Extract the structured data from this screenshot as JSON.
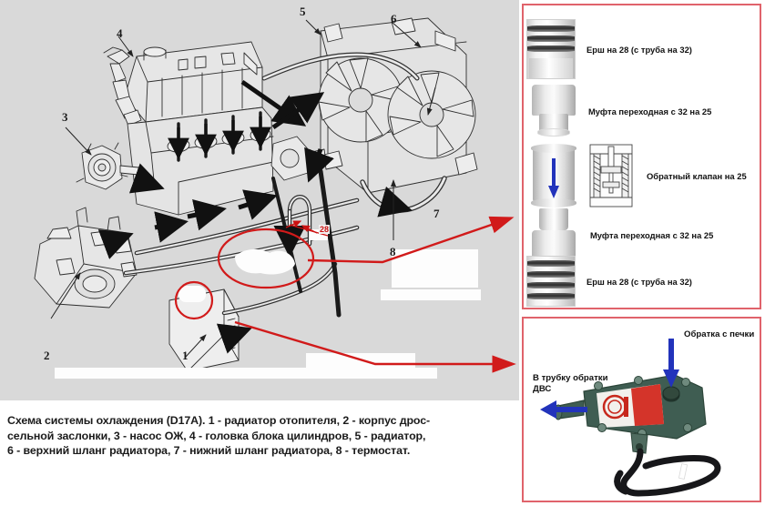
{
  "diagram": {
    "title": "Cooling system diagram D17A",
    "background_color": "#d9d9d9",
    "callouts": [
      {
        "id": "1",
        "label": "1"
      },
      {
        "id": "2",
        "label": "2"
      },
      {
        "id": "3",
        "label": "3"
      },
      {
        "id": "4",
        "label": "4"
      },
      {
        "id": "5",
        "label": "5"
      },
      {
        "id": "6",
        "label": "6"
      },
      {
        "id": "7",
        "label": "7"
      },
      {
        "id": "8",
        "label": "8"
      }
    ],
    "dimension_annotation": "28",
    "annotation_color": "#cc1111"
  },
  "caption": {
    "text": "Схема системы охлаждения (D17A). 1 - радиатор отопителя, 2 - корпус дрос-\nсельной заслонки, 3 - насос ОЖ, 4 - головка блока цилиндров, 5 - радиатор,\n6 - верхний шланг радиатора, 7 - нижний шланг радиатора, 8 - термостат."
  },
  "parts_panel": {
    "border_color": "#e0636b",
    "items": [
      {
        "label": "Ерш на 28 (с труба на 32)",
        "icon": "barbed-fitting-photo"
      },
      {
        "label": "Муфта переходная с 32 на 25",
        "icon": "reducer-coupling"
      },
      {
        "label": "Обратный клапан на 25",
        "icon": "check-valve-section"
      },
      {
        "label": "Муфта переходная с 32 на 25",
        "icon": "reducer-coupling"
      },
      {
        "label": "Ерш на 28 (с труба на 32)",
        "icon": "barbed-fitting-photo"
      }
    ],
    "flow_arrow_color": "#2233bb"
  },
  "heater_panel": {
    "border_color": "#e0636b",
    "labels": [
      {
        "id": "return-from-heater",
        "text": "Обратка с печки"
      },
      {
        "id": "to-engine-return-pipe",
        "text": "В трубку обратки\nДВС"
      }
    ],
    "arrow_color": "#2233bb"
  }
}
